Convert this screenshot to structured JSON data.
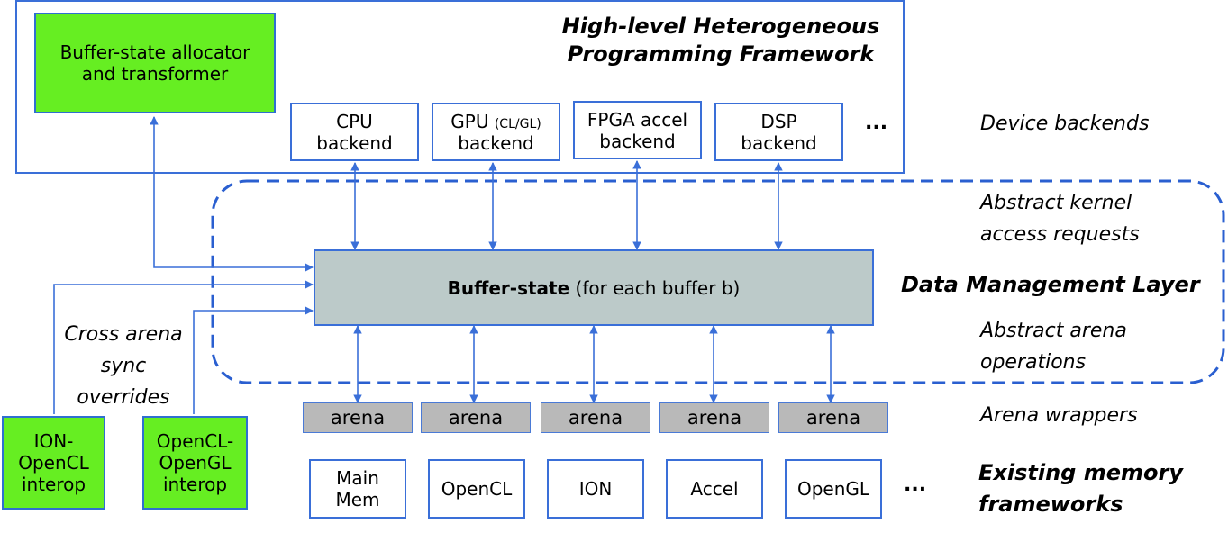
{
  "framework": {
    "title_line1": "High-level Heterogeneous",
    "title_line2": "Programming Framework",
    "allocator_line1": "Buffer-state allocator",
    "allocator_line2": "and transformer"
  },
  "backends": [
    {
      "line1": "CPU",
      "line2": "backend"
    },
    {
      "line1": "GPU",
      "line1_small": "(CL/GL)",
      "line2": "backend"
    },
    {
      "line1": "FPGA accel",
      "line2": "backend"
    },
    {
      "line1": "DSP",
      "line2": "backend"
    }
  ],
  "backends_ellipsis": "...",
  "buffer_state": {
    "bold": "Buffer-state",
    "rest": "(for each buffer b)"
  },
  "arenas": [
    "arena",
    "arena",
    "arena",
    "arena",
    "arena"
  ],
  "memory": [
    {
      "line1": "Main",
      "line2": "Mem"
    },
    {
      "line1": "OpenCL"
    },
    {
      "line1": "ION"
    },
    {
      "line1": "Accel"
    },
    {
      "line1": "OpenGL"
    }
  ],
  "memory_ellipsis": "...",
  "interop": [
    {
      "line1": "ION-",
      "line2": "OpenCL",
      "line3": "interop"
    },
    {
      "line1": "OpenCL-",
      "line2": "OpenGL",
      "line3": "interop"
    }
  ],
  "cross_arena": {
    "line1": "Cross arena",
    "line2": "sync",
    "line3": "overrides"
  },
  "right_labels": {
    "device_backends": "Device backends",
    "kernel_line1": "Abstract kernel",
    "kernel_line2": "access requests",
    "dml": "Data Management Layer",
    "arena_ops_line1": "Abstract arena",
    "arena_ops_line2": "operations",
    "arena_wrappers": "Arena wrappers",
    "existing_line1": "Existing memory",
    "existing_line2": "frameworks"
  },
  "colors": {
    "line_blue": "#3a6fd8",
    "green": "#66ee22",
    "buffer_gray": "#bccac9",
    "arena_gray": "#b9b9b9"
  }
}
